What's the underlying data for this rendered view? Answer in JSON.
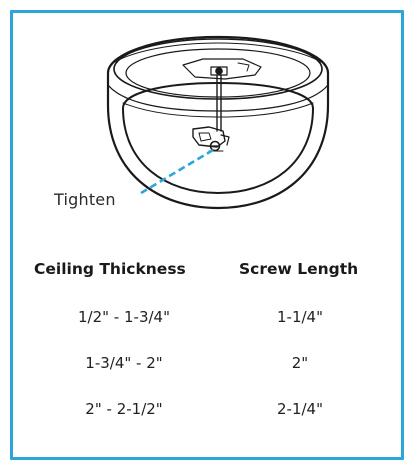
{
  "diagram": {
    "callout_label": "Tighten",
    "colors": {
      "frame_border": "#2aa6da",
      "callout_line": "#2aa6da",
      "line_art": "#1a1a1a"
    }
  },
  "table": {
    "headers": [
      "Ceiling Thickness",
      "Screw Length"
    ],
    "rows": [
      [
        "1/2\" - 1-3/4\"",
        "1-1/4\""
      ],
      [
        "1-3/4\" - 2\"",
        "2\""
      ],
      [
        "2\" - 2-1/2\"",
        "2-1/4\""
      ]
    ]
  }
}
